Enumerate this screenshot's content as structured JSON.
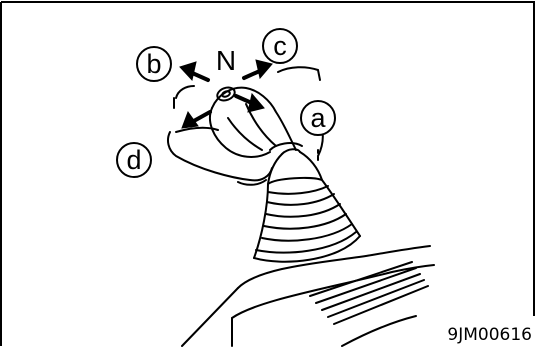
{
  "figure": {
    "id": "9JM00616",
    "center_label": "N",
    "callouts": {
      "a": "a",
      "b": "b",
      "c": "c",
      "d": "d"
    }
  }
}
